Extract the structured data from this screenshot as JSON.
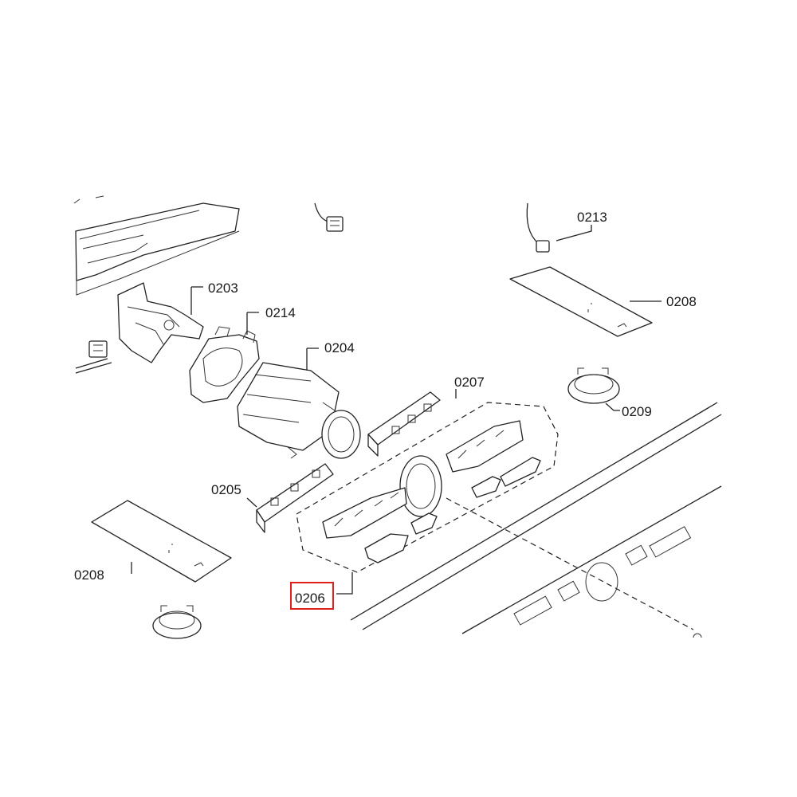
{
  "diagram": {
    "highlight_color": "#e0201c",
    "labels": {
      "p0203": "0203",
      "p0214": "0214",
      "p0204": "0204",
      "p0207": "0207",
      "p0205": "0205",
      "p0206": "0206",
      "p0208_left": "0208",
      "p0208_right": "0208",
      "p0209": "0209",
      "p0213": "0213"
    },
    "highlighted_part": "0206"
  }
}
